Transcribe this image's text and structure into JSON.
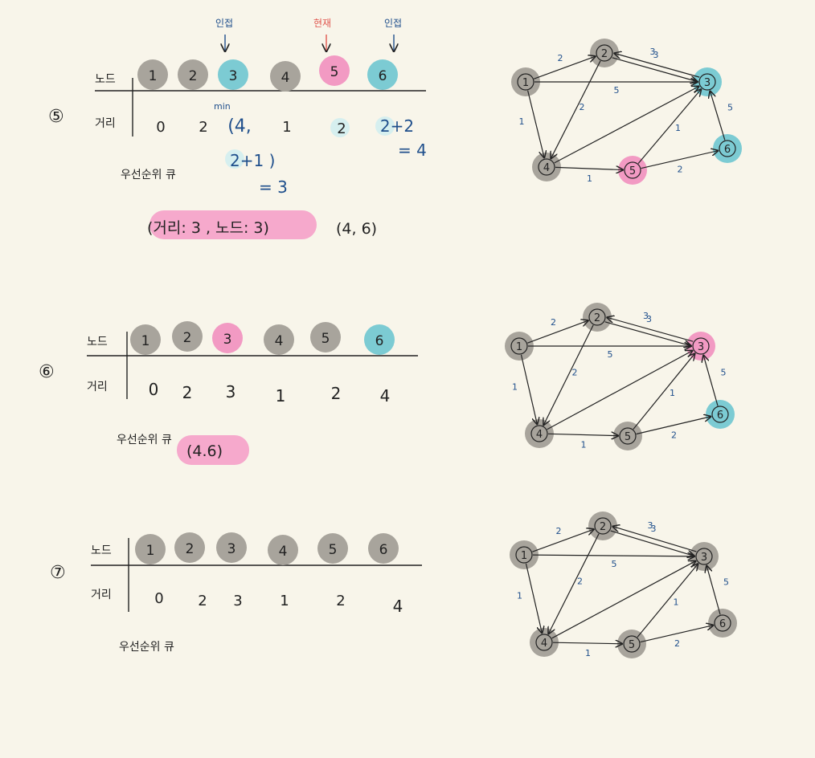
{
  "colors": {
    "visited": "#a8a49c",
    "current": "#f29ac3",
    "adjacent": "#7ccbd3",
    "queue_highlight": "#f6a9cc",
    "light_cyan": "#d6efef",
    "blue_ink": "#1f4f8c",
    "red_ink": "#e0574f"
  },
  "labels": {
    "node_row": "노드",
    "dist_row": "거리",
    "pq": "우선순위 큐"
  },
  "steps": [
    {
      "index": "⑤",
      "node_states": [
        "visited",
        "visited",
        "adjacent",
        "visited",
        "current",
        "adjacent"
      ],
      "nodes": [
        "1",
        "2",
        "3",
        "4",
        "5",
        "6"
      ],
      "dist": [
        "0",
        "2",
        "(4,",
        "1",
        "2",
        "2+2"
      ],
      "annots": {
        "adjacent_a": "인접",
        "current": "현재",
        "adjacent_b": "인접",
        "min": "min",
        "d3_alt": "2+1 )",
        "d3_result": "= 3",
        "d6_result": "= 4"
      },
      "queue": [
        "(거리: 3 , 노드: 3)",
        "(4, 6)"
      ],
      "graph_states": [
        "visited",
        "visited",
        "adjacent",
        "visited",
        "current",
        "adjacent"
      ]
    },
    {
      "index": "⑥",
      "node_states": [
        "visited",
        "visited",
        "current",
        "visited",
        "visited",
        "adjacent"
      ],
      "nodes": [
        "1",
        "2",
        "3",
        "4",
        "5",
        "6"
      ],
      "dist": [
        "0",
        "2",
        "3",
        "1",
        "2",
        "4"
      ],
      "queue": [
        "(4.6)"
      ],
      "graph_states": [
        "visited",
        "visited",
        "current",
        "visited",
        "visited",
        "adjacent"
      ]
    },
    {
      "index": "⑦",
      "node_states": [
        "visited",
        "visited",
        "visited",
        "visited",
        "visited",
        "visited"
      ],
      "nodes": [
        "1",
        "2",
        "3",
        "4",
        "5",
        "6"
      ],
      "dist": [
        "0",
        "2",
        "3",
        "1",
        "2",
        "4"
      ],
      "queue": [],
      "graph_states": [
        "visited",
        "visited",
        "visited",
        "visited",
        "visited",
        "visited"
      ]
    }
  ],
  "graph": {
    "nodes": [
      "1",
      "2",
      "3",
      "4",
      "5",
      "6"
    ],
    "edges": [
      {
        "from": "1",
        "to": "2",
        "weight": "2"
      },
      {
        "from": "2",
        "to": "3",
        "weight": "3"
      },
      {
        "from": "3",
        "to": "2",
        "weight": "3"
      },
      {
        "from": "1",
        "to": "3",
        "weight": "5"
      },
      {
        "from": "1",
        "to": "4",
        "weight": "1"
      },
      {
        "from": "2",
        "to": "4",
        "weight": "2"
      },
      {
        "from": "4",
        "to": "3",
        "weight": ""
      },
      {
        "from": "4",
        "to": "5",
        "weight": "1"
      },
      {
        "from": "5",
        "to": "3",
        "weight": "1"
      },
      {
        "from": "5",
        "to": "6",
        "weight": "2"
      },
      {
        "from": "6",
        "to": "3",
        "weight": "5"
      }
    ]
  }
}
